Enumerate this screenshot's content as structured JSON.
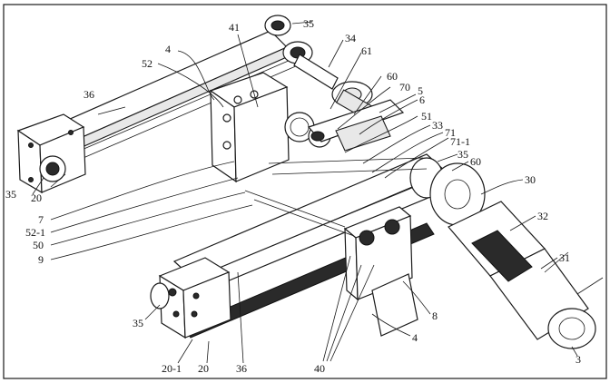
{
  "figure": {
    "labels": [
      "41",
      "35",
      "4",
      "34",
      "61",
      "52",
      "36",
      "60",
      "70",
      "5",
      "6",
      "51",
      "33",
      "71",
      "71-1",
      "35",
      "60",
      "35",
      "20",
      "30",
      "32",
      "7",
      "52-1",
      "50",
      "9",
      "31",
      "35",
      "8",
      "20-1",
      "20",
      "36",
      "4",
      "40",
      "3"
    ]
  }
}
